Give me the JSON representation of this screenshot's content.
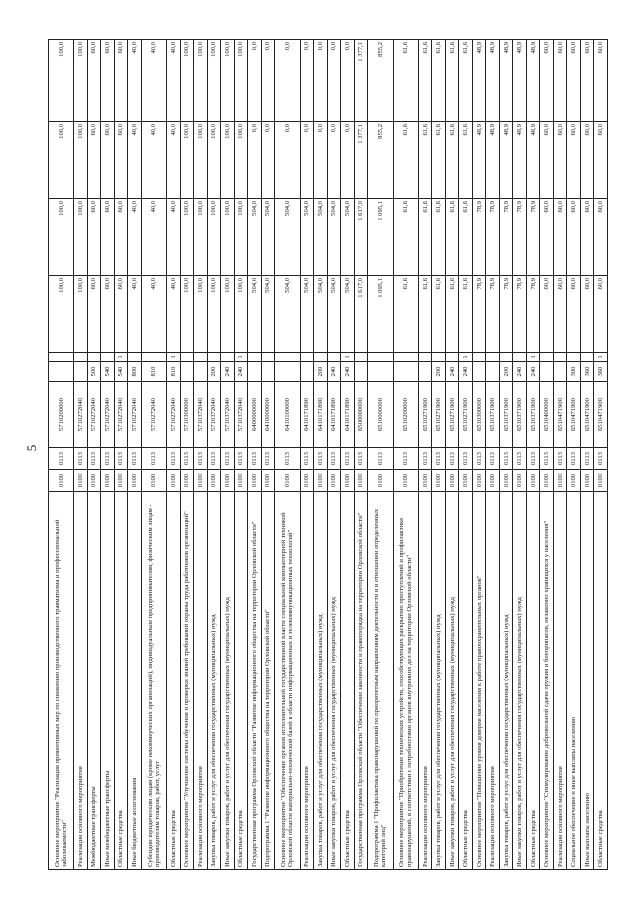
{
  "page": {
    "number": "5"
  },
  "rows": [
    {
      "name": "Основное мероприятие \"Реализация превентивных мер по снижению производственного травматизма и профессиональной заболеваемости\"",
      "gr": "0100",
      "sec": "0113",
      "csr": "5710200000",
      "vr": "",
      "flag": "",
      "v1": "100,0",
      "v2": "100,0",
      "v3": "100,0",
      "v4": "100,0"
    },
    {
      "name": "Реализация основного мероприятия",
      "gr": "0100",
      "sec": "0113",
      "csr": "5710272040",
      "vr": "",
      "flag": "",
      "v1": "100,0",
      "v2": "100,0",
      "v3": "100,0",
      "v4": "100,0"
    },
    {
      "name": "Межбюджетные трансферты",
      "gr": "0100",
      "sec": "0113",
      "csr": "5710272040",
      "vr": "500",
      "flag": "",
      "v1": "60,0",
      "v2": "60,0",
      "v3": "60,0",
      "v4": "60,0"
    },
    {
      "name": "Иные межбюджетные трансферты",
      "gr": "0100",
      "sec": "0113",
      "csr": "5710272040",
      "vr": "540",
      "flag": "",
      "v1": "60,0",
      "v2": "60,0",
      "v3": "60,0",
      "v4": "60,0"
    },
    {
      "name": "Областные средства",
      "gr": "0100",
      "sec": "0113",
      "csr": "5710272040",
      "vr": "540",
      "flag": "1",
      "v1": "60,0",
      "v2": "60,0",
      "v3": "60,0",
      "v4": "60,0"
    },
    {
      "name": "Иные бюджетные ассигнования",
      "gr": "0100",
      "sec": "0113",
      "csr": "5710272040",
      "vr": "800",
      "flag": "",
      "v1": "40,0",
      "v2": "40,0",
      "v3": "40,0",
      "v4": "40,0"
    },
    {
      "name": "Субсидии юридическим лицам (кроме некоммерческих организаций), индивидуальным предпринимателям, физическим лицам - производителям товаров, работ, услуг",
      "gr": "0100",
      "sec": "0113",
      "csr": "5710272040",
      "vr": "810",
      "flag": "",
      "v1": "40,0",
      "v2": "40,0",
      "v3": "40,0",
      "v4": "40,0"
    },
    {
      "name": "Областные средства",
      "gr": "0100",
      "sec": "0113",
      "csr": "5710272040",
      "vr": "810",
      "flag": "1",
      "v1": "40,0",
      "v2": "40,0",
      "v3": "40,0",
      "v4": "40,0"
    },
    {
      "name": "Основное мероприятие \"Улучшение системы обучения и проверки знаний требований охраны труда работников организаций\"",
      "gr": "0100",
      "sec": "0113",
      "csr": "5710300000",
      "vr": "",
      "flag": "",
      "v1": "100,0",
      "v2": "100,0",
      "v3": "100,0",
      "v4": "100,0"
    },
    {
      "name": "Реализация основного мероприятия",
      "gr": "0100",
      "sec": "0113",
      "csr": "5710372040",
      "vr": "",
      "flag": "",
      "v1": "100,0",
      "v2": "100,0",
      "v3": "100,0",
      "v4": "100,0"
    },
    {
      "name": "Закупка товаров, работ и услуг для обеспечения государственных (муниципальных) нужд",
      "gr": "0100",
      "sec": "0113",
      "csr": "5710372040",
      "vr": "200",
      "flag": "",
      "v1": "100,0",
      "v2": "100,0",
      "v3": "100,0",
      "v4": "100,0"
    },
    {
      "name": "Иные закупки товаров, работ и услуг для обеспечения государственных (муниципальных) нужд",
      "gr": "0100",
      "sec": "0113",
      "csr": "5710372040",
      "vr": "240",
      "flag": "",
      "v1": "100,0",
      "v2": "100,0",
      "v3": "100,0",
      "v4": "100,0"
    },
    {
      "name": "Областные средства",
      "gr": "0100",
      "sec": "0113",
      "csr": "5710372040",
      "vr": "240",
      "flag": "1",
      "v1": "100,0",
      "v2": "100,0",
      "v3": "100,0",
      "v4": "100,0"
    },
    {
      "name": "Государственная программа Орловской области \"Развитие информационного общества на территории Орловской области\"",
      "gr": "0100",
      "sec": "0113",
      "csr": "6400000000",
      "vr": "",
      "flag": "",
      "v1": "504,0",
      "v2": "504,0",
      "v3": "0,0",
      "v4": "0,0"
    },
    {
      "name": "Подпрограмма 1 \"Развитие информационного общества на территории Орловской области\"",
      "gr": "0100",
      "sec": "0113",
      "csr": "6410000000",
      "vr": "",
      "flag": "",
      "v1": "504,0",
      "v2": "504,0",
      "v3": "0,0",
      "v4": "0,0"
    },
    {
      "name": "Основное мероприятие \"Обеспечение органов исполнительной государственной власти специальной компьютерной техникой Орловской области материально-технической базой в области информационных и телекоммуникационных технологий\"",
      "gr": "0100",
      "sec": "0113",
      "csr": "6410100000",
      "vr": "",
      "flag": "",
      "v1": "504,0",
      "v2": "504,0",
      "v3": "0,0",
      "v4": "0,0"
    },
    {
      "name": "Реализация основного мероприятия",
      "gr": "0100",
      "sec": "0113",
      "csr": "6410171890",
      "vr": "",
      "flag": "",
      "v1": "504,0",
      "v2": "504,0",
      "v3": "0,0",
      "v4": "0,0"
    },
    {
      "name": "Закупка товаров, работ и услуг для обеспечения государственных (муниципальных) нужд",
      "gr": "0100",
      "sec": "0113",
      "csr": "6410171890",
      "vr": "200",
      "flag": "",
      "v1": "504,0",
      "v2": "504,0",
      "v3": "0,0",
      "v4": "0,0"
    },
    {
      "name": "Иные закупки товаров, работ и услуг для обеспечения государственных (муниципальных) нужд",
      "gr": "0100",
      "sec": "0113",
      "csr": "6410171890",
      "vr": "240",
      "flag": "",
      "v1": "504,0",
      "v2": "504,0",
      "v3": "0,0",
      "v4": "0,0"
    },
    {
      "name": "Областные средства",
      "gr": "0100",
      "sec": "0113",
      "csr": "6410171890",
      "vr": "240",
      "flag": "1",
      "v1": "504,0",
      "v2": "504,0",
      "v3": "0,0",
      "v4": "0,0"
    },
    {
      "name": "Государственная программа Орловской области \"Обеспечение законности и правопорядка на территории Орловской области\"",
      "gr": "0100",
      "sec": "0113",
      "csr": "6500000000",
      "vr": "",
      "flag": "",
      "v1": "1 617,0",
      "v2": "1 617,0",
      "v3": "1 377,1",
      "v4": "1 377,1"
    },
    {
      "name": "Подпрограмма 1 \"Профилактика правонарушений по приоритетным направлениям деятельности и в отношении определенных категорий лиц\"",
      "gr": "0100",
      "sec": "0113",
      "csr": "6510000000",
      "vr": "",
      "flag": "",
      "v1": "1 095,1",
      "v2": "1 095,1",
      "v3": "855,2",
      "v4": "855,2"
    },
    {
      "name": "Основное мероприятие \"Приобретение технических устройств, способствующих раскрытию преступлений и профилактике правонарушений, в соответствии с потребностями органов внутренних дел на территории Орловской области\"",
      "gr": "0100",
      "sec": "0113",
      "csr": "6510200000",
      "vr": "",
      "flag": "",
      "v1": "61,6",
      "v2": "61,6",
      "v3": "61,6",
      "v4": "61,6"
    },
    {
      "name": "Реализация основного мероприятия",
      "gr": "0100",
      "sec": "0113",
      "csr": "6510271900",
      "vr": "",
      "flag": "",
      "v1": "61,6",
      "v2": "61,6",
      "v3": "61,6",
      "v4": "61,6"
    },
    {
      "name": "Закупка товаров, работ и услуг для обеспечения государственных (муниципальных) нужд",
      "gr": "0100",
      "sec": "0113",
      "csr": "6510271900",
      "vr": "200",
      "flag": "",
      "v1": "61,6",
      "v2": "61,6",
      "v3": "61,6",
      "v4": "61,6"
    },
    {
      "name": "Иные закупки товаров, работ и услуг для обеспечения государственных (муниципальных) нужд",
      "gr": "0100",
      "sec": "0113",
      "csr": "6510271900",
      "vr": "240",
      "flag": "",
      "v1": "61,6",
      "v2": "61,6",
      "v3": "61,6",
      "v4": "61,6"
    },
    {
      "name": "Областные средства",
      "gr": "0100",
      "sec": "0113",
      "csr": "6510271900",
      "vr": "240",
      "flag": "1",
      "v1": "61,6",
      "v2": "61,6",
      "v3": "61,6",
      "v4": "61,6"
    },
    {
      "name": "Основное мероприятие \"Повышение уровня доверия населения к работе правоохранительных органов\"",
      "gr": "0100",
      "sec": "0113",
      "csr": "6510300000",
      "vr": "",
      "flag": "",
      "v1": "78,9",
      "v2": "78,9",
      "v3": "48,9",
      "v4": "48,9"
    },
    {
      "name": "Реализация основного мероприятия",
      "gr": "0100",
      "sec": "0113",
      "csr": "6510371900",
      "vr": "",
      "flag": "",
      "v1": "78,9",
      "v2": "78,9",
      "v3": "48,9",
      "v4": "48,9"
    },
    {
      "name": "Закупка товаров, работ и услуг для обеспечения государственных (муниципальных) нужд",
      "gr": "0100",
      "sec": "0113",
      "csr": "6510371900",
      "vr": "200",
      "flag": "",
      "v1": "78,9",
      "v2": "78,9",
      "v3": "48,9",
      "v4": "48,9"
    },
    {
      "name": "Иные закупки товаров, работ и услуг для обеспечения государственных (муниципальных) нужд",
      "gr": "0100",
      "sec": "0113",
      "csr": "6510371900",
      "vr": "240",
      "flag": "",
      "v1": "78,9",
      "v2": "78,9",
      "v3": "48,9",
      "v4": "48,9"
    },
    {
      "name": "Областные средства",
      "gr": "0100",
      "sec": "0113",
      "csr": "6510371900",
      "vr": "240",
      "flag": "1",
      "v1": "78,9",
      "v2": "78,9",
      "v3": "48,9",
      "v4": "48,9"
    },
    {
      "name": "Основное мероприятие \"Стимулирование добровольной сдачи оружия и боеприпасов, незаконно хранящихся у населения\"",
      "gr": "0100",
      "sec": "0113",
      "csr": "6510400000",
      "vr": "",
      "flag": "",
      "v1": "60,0",
      "v2": "60,0",
      "v3": "60,0",
      "v4": "60,0"
    },
    {
      "name": "Реализация основного мероприятия",
      "gr": "0100",
      "sec": "0113",
      "csr": "6510471900",
      "vr": "",
      "flag": "",
      "v1": "60,0",
      "v2": "60,0",
      "v3": "60,0",
      "v4": "60,0"
    },
    {
      "name": "Социальное обеспечение и иные выплаты населению",
      "gr": "0100",
      "sec": "0113",
      "csr": "6510471900",
      "vr": "300",
      "flag": "",
      "v1": "60,0",
      "v2": "60,0",
      "v3": "60,0",
      "v4": "60,0"
    },
    {
      "name": "Иные выплаты населению",
      "gr": "0100",
      "sec": "0113",
      "csr": "6510471900",
      "vr": "360",
      "flag": "",
      "v1": "60,0",
      "v2": "60,0",
      "v3": "60,0",
      "v4": "60,0"
    },
    {
      "name": "Областные средства",
      "gr": "0100",
      "sec": "0113",
      "csr": "6510471900",
      "vr": "360",
      "flag": "1",
      "v1": "60,0",
      "v2": "60,0",
      "v3": "60,0",
      "v4": "60,0"
    }
  ]
}
